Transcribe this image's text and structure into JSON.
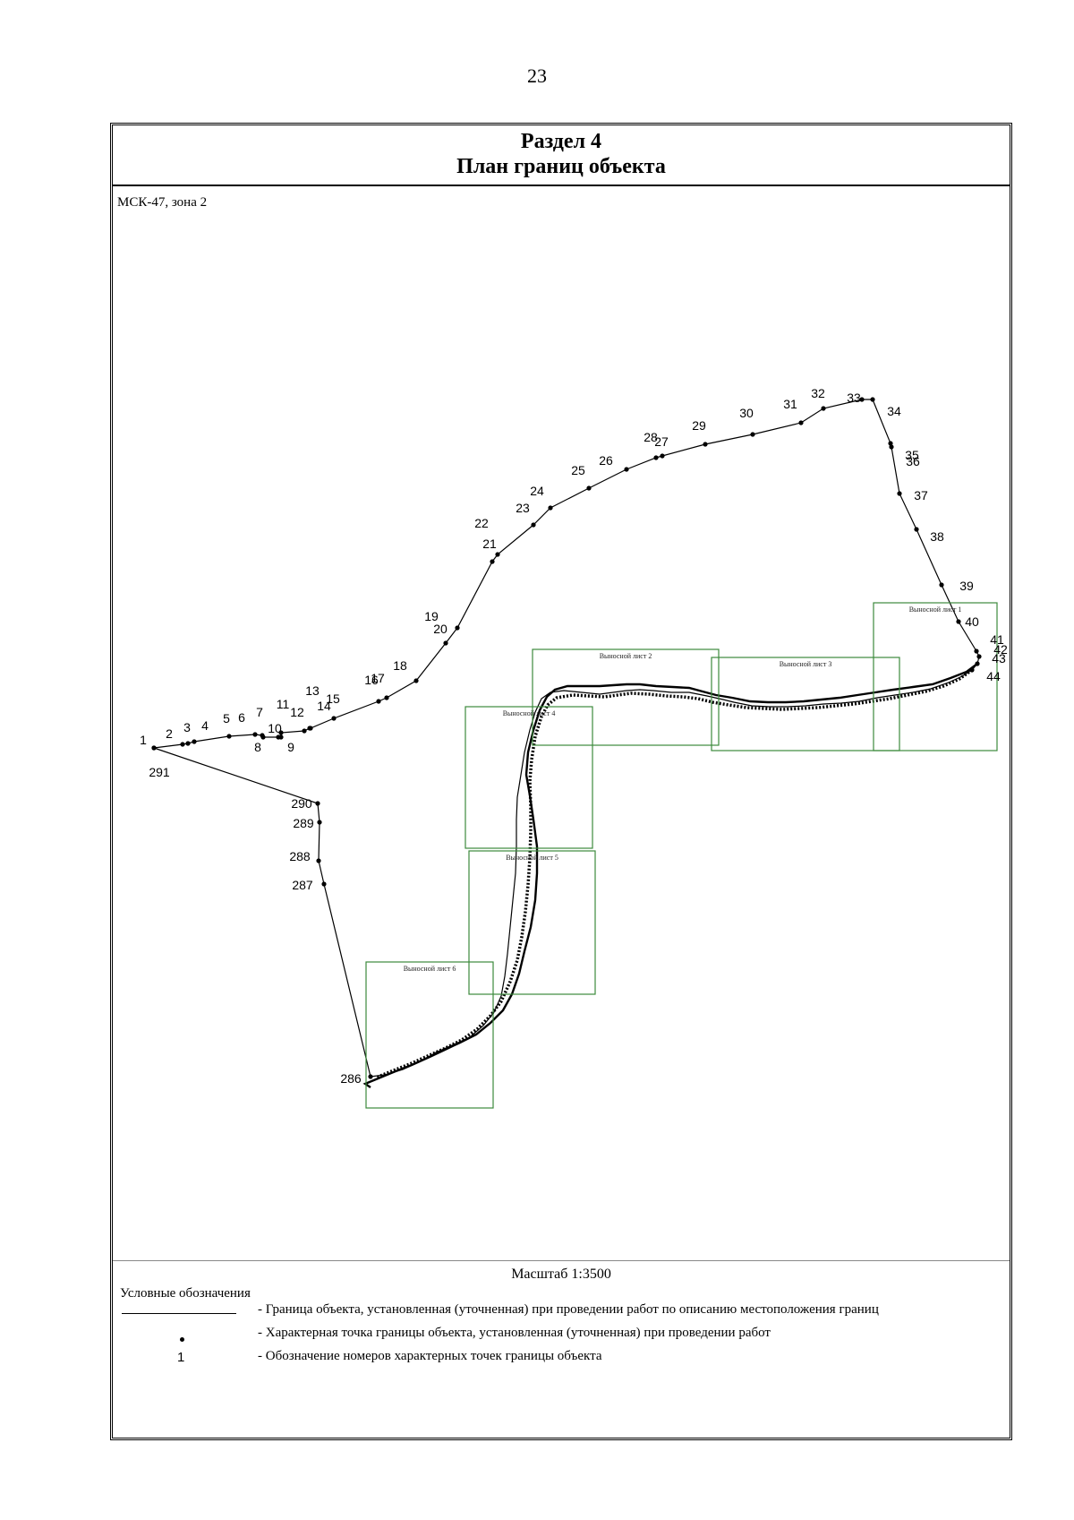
{
  "page_number": "23",
  "header": {
    "title": "Раздел 4",
    "subtitle": "План границ объекта"
  },
  "crs": "МСК-47, зона 2",
  "scale": "Масштаб 1:3500",
  "legend": {
    "title": "Условные обозначения",
    "items": [
      {
        "symbol": "line",
        "text": "- Граница  объекта, установленная (уточненная) при проведении работ по описанию местоположения границ"
      },
      {
        "symbol": "dot",
        "text": "- Характерная точка границы объекта, установленная (уточненная) при проведении работ"
      },
      {
        "symbol": "number",
        "label": "1",
        "text": "- Обозначение номеров характерных точек границы объекта"
      }
    ]
  },
  "insets": [
    {
      "label": "Выносной лист 1"
    },
    {
      "label": "Выносной лист 2"
    },
    {
      "label": "Выносной лист 3"
    },
    {
      "label": "Выносной лист 4"
    },
    {
      "label": "Выносной лист 5"
    },
    {
      "label": "Выносной лист 6"
    }
  ],
  "colors": {
    "boundary": "#000000",
    "inset": "#3c8a3c"
  },
  "points": [
    {
      "n": "1"
    },
    {
      "n": "2"
    },
    {
      "n": "3"
    },
    {
      "n": "4"
    },
    {
      "n": "5"
    },
    {
      "n": "6"
    },
    {
      "n": "7"
    },
    {
      "n": "8"
    },
    {
      "n": "9"
    },
    {
      "n": "10"
    },
    {
      "n": "11"
    },
    {
      "n": "12"
    },
    {
      "n": "13"
    },
    {
      "n": "14"
    },
    {
      "n": "15"
    },
    {
      "n": "16"
    },
    {
      "n": "17"
    },
    {
      "n": "18"
    },
    {
      "n": "19"
    },
    {
      "n": "20"
    },
    {
      "n": "21"
    },
    {
      "n": "22"
    },
    {
      "n": "23"
    },
    {
      "n": "24"
    },
    {
      "n": "25"
    },
    {
      "n": "26"
    },
    {
      "n": "27"
    },
    {
      "n": "28"
    },
    {
      "n": "29"
    },
    {
      "n": "30"
    },
    {
      "n": "31"
    },
    {
      "n": "32"
    },
    {
      "n": "33"
    },
    {
      "n": "34"
    },
    {
      "n": "35"
    },
    {
      "n": "36"
    },
    {
      "n": "37"
    },
    {
      "n": "38"
    },
    {
      "n": "39"
    },
    {
      "n": "40"
    },
    {
      "n": "41"
    },
    {
      "n": "42"
    },
    {
      "n": "43"
    },
    {
      "n": "44"
    },
    {
      "n": "286"
    },
    {
      "n": "287"
    },
    {
      "n": "288"
    },
    {
      "n": "289"
    },
    {
      "n": "290"
    },
    {
      "n": "291"
    }
  ]
}
